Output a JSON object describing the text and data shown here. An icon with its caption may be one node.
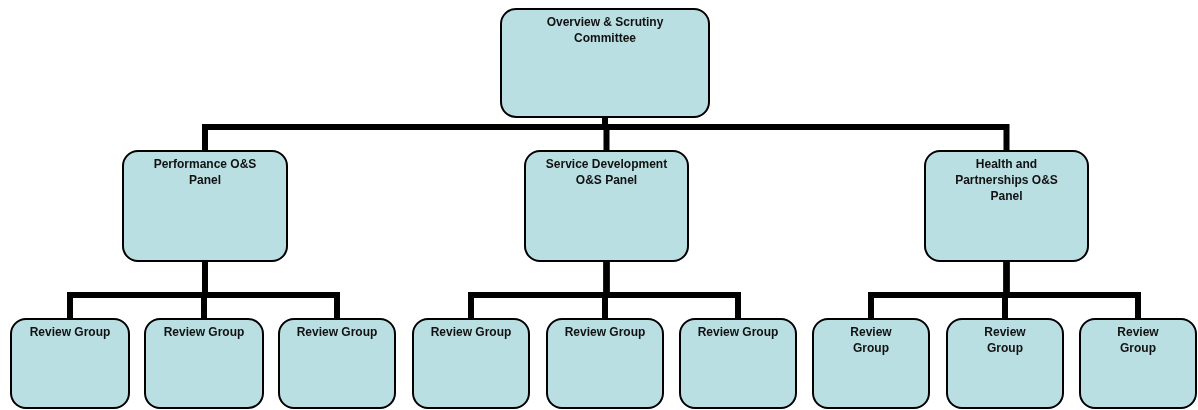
{
  "diagram": {
    "nodes": [
      {
        "text": [
          "Overview & Scrutiny Committee"
        ]
      },
      {
        "text": [
          "Performance O&S Panel"
        ]
      },
      {
        "text": [
          "Service Development O&S Panel"
        ]
      },
      {
        "text": [
          "Health and Partnerships O&S Panel"
        ]
      },
      {
        "text": [
          "Review Group"
        ]
      },
      {
        "text": [
          "Review Group"
        ]
      },
      {
        "text": [
          "Review Group"
        ]
      },
      {
        "text": [
          "Review Group"
        ]
      },
      {
        "text": [
          "Review Group"
        ]
      },
      {
        "text": [
          "Review Group"
        ]
      },
      {
        "text": [
          "Review Group"
        ]
      },
      {
        "text": [
          "Review Group"
        ]
      },
      {
        "text": [
          "Review Group"
        ]
      }
    ],
    "edges": [
      {
        "from": 0,
        "to": 1,
        "arrow": "none"
      },
      {
        "from": 0,
        "to": 2,
        "arrow": "none"
      },
      {
        "from": 0,
        "to": 3,
        "arrow": "none"
      },
      {
        "from": 1,
        "to": 4,
        "arrow": "none"
      },
      {
        "from": 1,
        "to": 5,
        "arrow": "none"
      },
      {
        "from": 1,
        "to": 6,
        "arrow": "none"
      },
      {
        "from": 2,
        "to": 7,
        "arrow": "none"
      },
      {
        "from": 2,
        "to": 8,
        "arrow": "none"
      },
      {
        "from": 2,
        "to": 9,
        "arrow": "none"
      },
      {
        "from": 3,
        "to": 10,
        "arrow": "none"
      },
      {
        "from": 3,
        "to": 11,
        "arrow": "none"
      },
      {
        "from": 3,
        "to": 12,
        "arrow": "none"
      }
    ]
  }
}
